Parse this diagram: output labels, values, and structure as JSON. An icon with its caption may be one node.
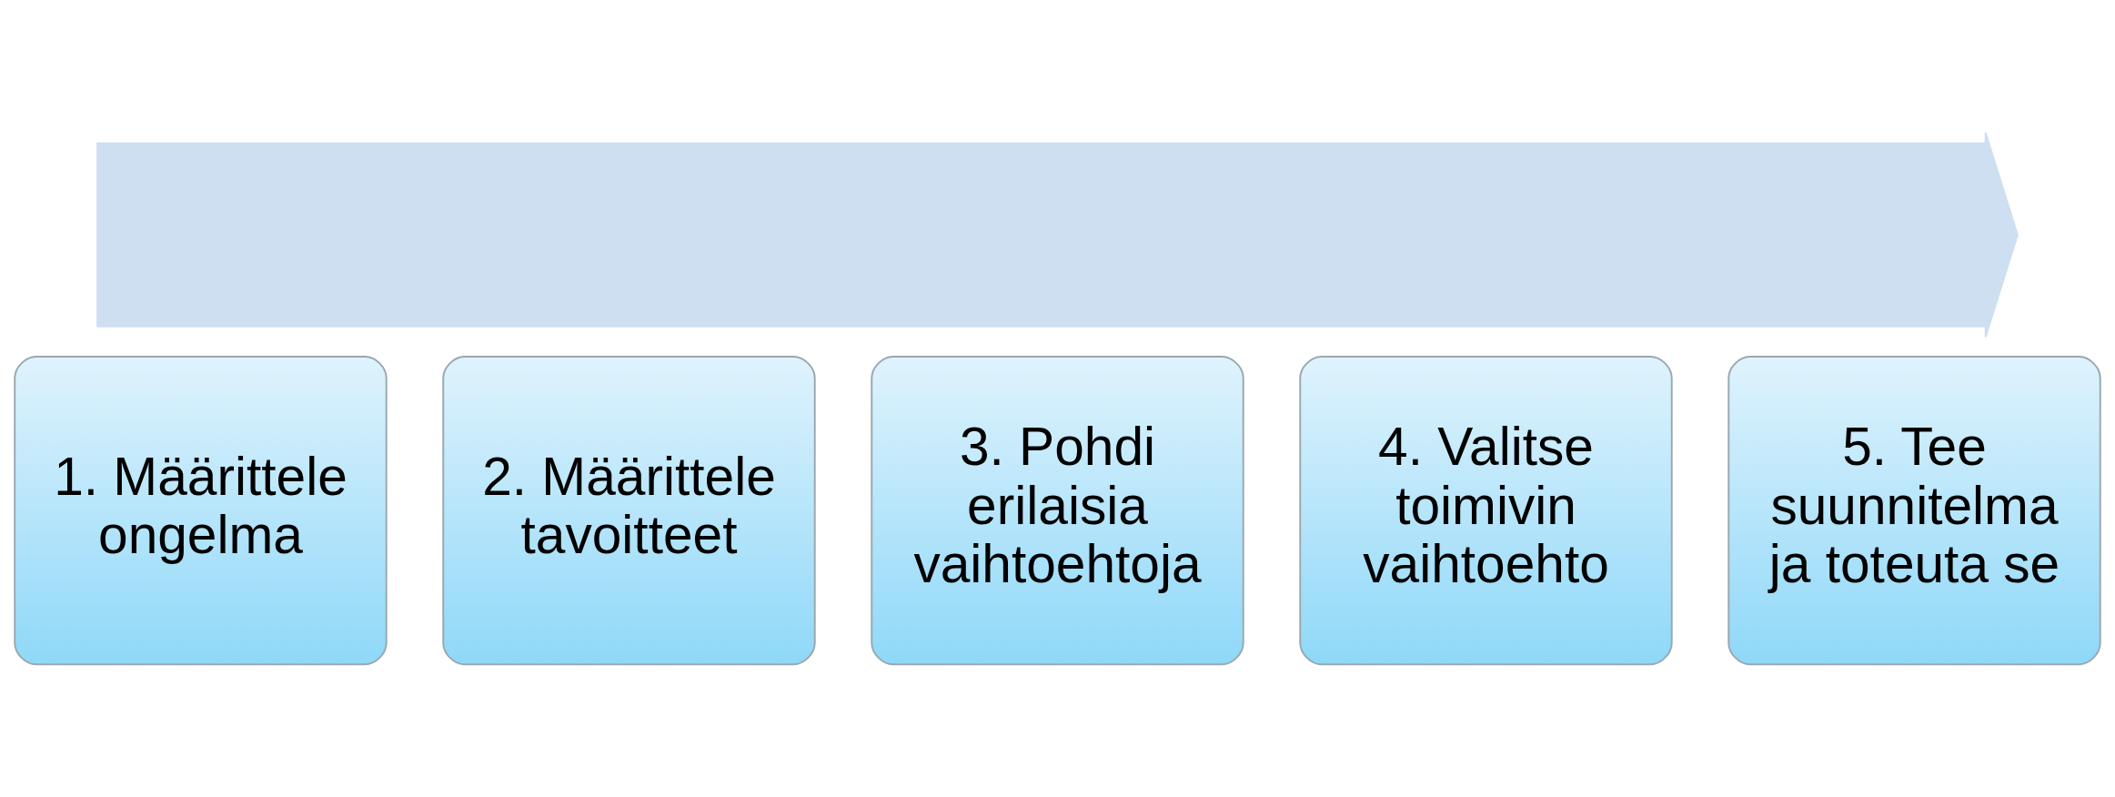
{
  "diagram": {
    "nodes": [
      {
        "text": [],
        "shape": "arrow"
      },
      {
        "text": [
          "1. Määrittele ongelma"
        ]
      },
      {
        "text": [
          "2. Määrittele tavoitteet"
        ]
      },
      {
        "text": [
          "3. Pohdi erilaisia vaihtoehtoja"
        ]
      },
      {
        "text": [
          "4. Valitse toimivin vaihtoehto"
        ]
      },
      {
        "text": [
          "5. Tee suunnitelma ja toteuta se"
        ]
      }
    ],
    "edges": []
  }
}
